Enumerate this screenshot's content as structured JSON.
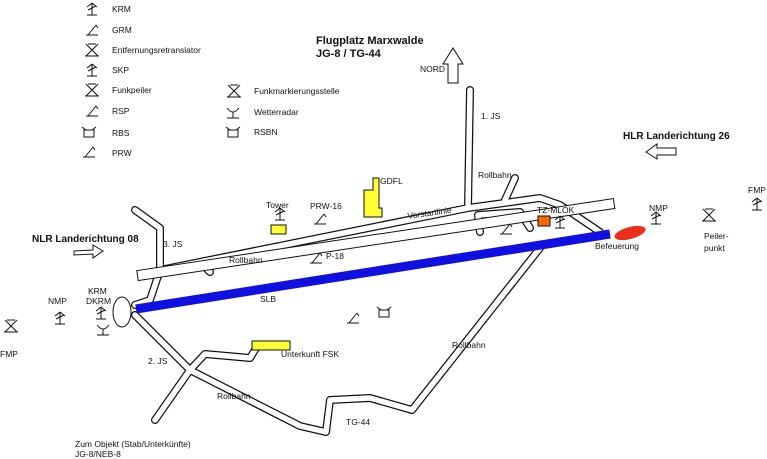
{
  "title": {
    "line1": "Flugplatz Marxwalde",
    "line2": "JG-8 / TG-44"
  },
  "legend": {
    "krm": "KRM",
    "grm": "GRM",
    "entfernung": "Entfernungsretranslator",
    "skp": "SKP",
    "funkpeiler": "Funkpeiler",
    "rsp": "RSP",
    "rbs": "RBS",
    "prw": "PRW",
    "funkmark": "Funkmarkierungsstelle",
    "wetterradar": "Wetterradar",
    "rsbn": "RSBN"
  },
  "labels": {
    "nord": "NORD",
    "js1": "1. JS",
    "js2": "2. JS",
    "js3": "3. JS",
    "rollbahn_ne": "Rollbahn",
    "rollbahn_w": "Rollbahn",
    "rollbahn_s": "Rollbahn",
    "rollbahn_se": "Rollbahn",
    "vorstartlinie": "Vorstartlinie",
    "gdfl": "GDFL",
    "tower": "Tower",
    "prw16": "PRW-16",
    "p18": "P-18",
    "slb": "SLB",
    "tzmlok": "TZ-MLOK",
    "befeuerung": "Befeuerung",
    "nmp_e": "NMP",
    "nmp_w": "NMP",
    "fmp_e": "FMP",
    "fmp_w": "FMP",
    "peiler1": "Peiler-",
    "peiler2": "punkt",
    "krm_w": "KRM",
    "dkrm_w": "DKRM",
    "hlr26": "HLR Landerichtung 26",
    "nlr08": "NLR Landerichtung 08",
    "unterkunft": "Unterkunft FSK",
    "tg44": "TG-44",
    "zum1": "Zum Objekt (Stab/Unterkünfte)",
    "zum2": "JG-8/NEB-8"
  },
  "colors": {
    "runway": "#1010e0",
    "building": "#ffff33",
    "tzmlok": "#ff6a00",
    "befeuerung": "#e8301a",
    "line": "#111111"
  }
}
